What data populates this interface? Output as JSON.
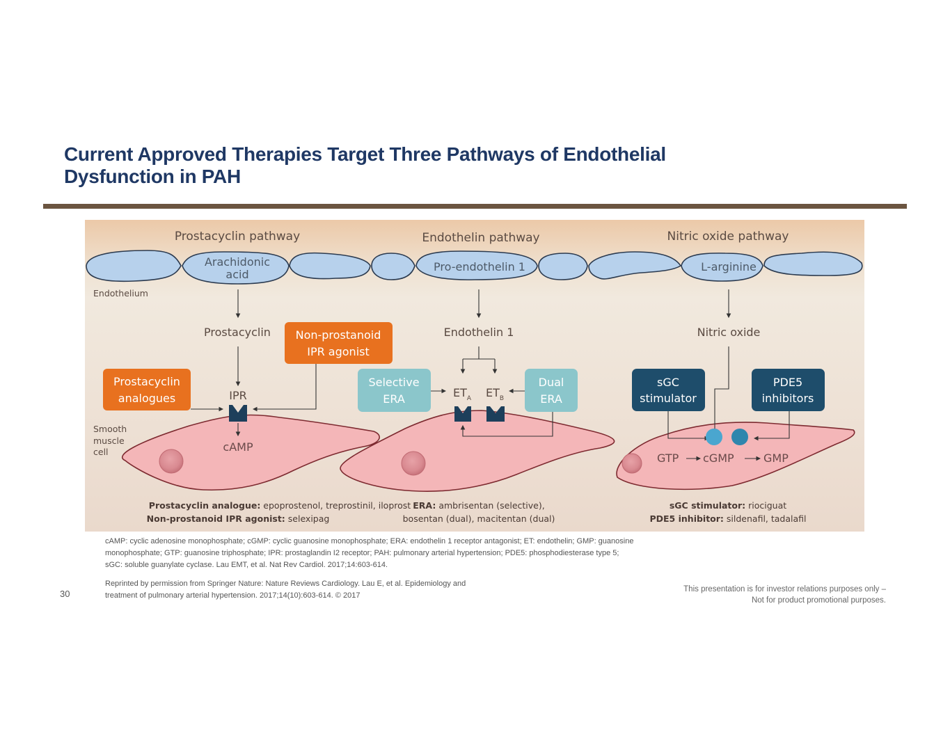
{
  "slide": {
    "title_line1": "Current Approved Therapies Target Three Pathways of Endothelial",
    "title_line2": "Dysfunction in PAH",
    "page_number": "30",
    "abbreviations": "cAMP: cyclic adenosine monophosphate; cGMP: cyclic guanosine monophosphate; ERA: endothelin 1 receptor antagonist; ET: endothelin; GMP: guanosine monophosphate; GTP: guanosine triphosphate; IPR: prostaglandin I2 receptor; PAH: pulmonary arterial hypertension; PDE5: phosphodiesterase type 5; sGC: soluble guanylate cyclase.  Lau EMT, et al. Nat Rev Cardiol. 2017;14:603-614.",
    "reprint_line1": "Reprinted by permission from Springer Nature: Nature Reviews Cardiology. Lau E, et al. Epidemiology and",
    "reprint_line2": "treatment of pulmonary arterial hypertension. 2017;14(10):603-614. © 2017",
    "disclaimer_line1": "This presentation is for investor relations purposes only –",
    "disclaimer_line2": "Not for product promotional purposes."
  },
  "diagram": {
    "colors": {
      "title": "#1f3864",
      "rule": "#6b5540",
      "endothelial_cell": "#b7d1ec",
      "smooth_muscle_cell": "#f4b6b8",
      "orange_drug": "#e8711f",
      "teal_drug": "#8bc6cb",
      "navy_drug": "#1e4d6b",
      "receptor": "#1d3f5b",
      "cgmp_light": "#4aa6cf",
      "cgmp_dark": "#2f86ad"
    },
    "layer_labels": {
      "endothelium": "Endothelium",
      "smooth_muscle_1": "Smooth",
      "smooth_muscle_2": "muscle",
      "smooth_muscle_3": "cell"
    },
    "pathways": [
      {
        "name": "Prostacyclin pathway",
        "precursor_line1": "Arachidonic",
        "precursor_line2": "acid",
        "mediator": "Prostacyclin",
        "receptor": "IPR",
        "second_messenger": "cAMP",
        "drugs": [
          {
            "line1": "Prostacyclin",
            "line2": "analogues",
            "color": "orange"
          },
          {
            "line1": "Non-prostanoid",
            "line2": "IPR agonist",
            "color": "orange"
          }
        ],
        "caption_line1_bold": "Prostacyclin analogue:",
        "caption_line1_text": " epoprostenol, treprostinil, iloprost",
        "caption_line2_bold": "Non-prostanoid IPR agonist:",
        "caption_line2_text": " selexipag"
      },
      {
        "name": "Endothelin pathway",
        "precursor_line1": "Pro-endothelin 1",
        "mediator": "Endothelin 1",
        "receptor_a": "ET",
        "receptor_a_sub": "A",
        "receptor_b": "ET",
        "receptor_b_sub": "B",
        "drugs": [
          {
            "line1": "Selective",
            "line2": "ERA",
            "color": "teal"
          },
          {
            "line1": "Dual",
            "line2": "ERA",
            "color": "teal"
          }
        ],
        "caption_line1_bold": "ERA:",
        "caption_line1_text": " ambrisentan (selective),",
        "caption_line2_text": "bosentan (dual), macitentan (dual)"
      },
      {
        "name": "Nitric oxide pathway",
        "precursor_line1": "L-arginine",
        "mediator": "Nitric oxide",
        "reaction": [
          "GTP",
          "cGMP",
          "GMP"
        ],
        "drugs": [
          {
            "line1": "sGC",
            "line2": "stimulator",
            "color": "navy"
          },
          {
            "line1": "PDE5",
            "line2": "inhibitors",
            "color": "navy"
          }
        ],
        "caption_line1_bold": "sGC stimulator:",
        "caption_line1_text": " riociguat",
        "caption_line2_bold": "PDE5 inhibitor:",
        "caption_line2_text": " sildenafil, tadalafil"
      }
    ]
  }
}
